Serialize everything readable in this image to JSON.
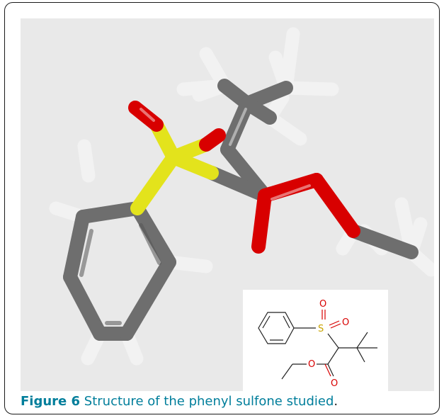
{
  "figure": {
    "label": "Figure 6",
    "caption": "Structure of the phenyl sulfone studied",
    "caption_end": "."
  },
  "inset_structure": {
    "atoms": [
      "O",
      "O",
      "S",
      "O",
      "O"
    ]
  },
  "colors": {
    "background": "#e9e9e9",
    "carbon": "#6e6e6e",
    "hydrogen": "#f2f2f2",
    "oxygen": "#d80000",
    "sulfur": "#e3e31c",
    "caption": "#007e9b"
  }
}
